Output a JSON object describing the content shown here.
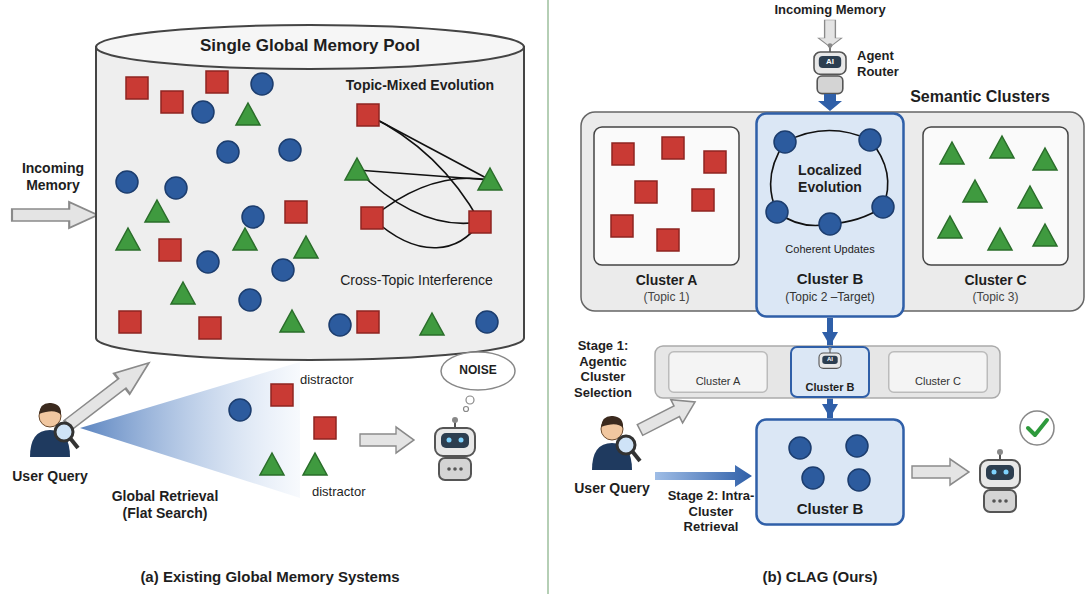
{
  "diagram": {
    "nodes": [
      {
        "text": [
          "Single Global Memory Pool",
          "Topic-Mixed Evolution",
          "Cross-Topic Interference"
        ]
      },
      {
        "text": [
          "NOISE"
        ]
      },
      {
        "text": [
          "Semantic Clusters"
        ]
      },
      {
        "text": [
          "Cluster A",
          "(Topic 1)"
        ],
        "in": 2
      },
      {
        "text": [
          "Localized Evolution",
          "Coherent Updates",
          "Cluster B",
          "(Topic 2 –Target)"
        ],
        "in": 2
      },
      {
        "text": [
          "Cluster C",
          "(Topic 3)"
        ],
        "in": 2
      },
      {
        "text": [
          "Stage 1: Agentic Cluster Selection"
        ]
      },
      {
        "text": [
          "Cluster A"
        ],
        "in": 6
      },
      {
        "text": [
          "Cluster B"
        ],
        "in": 6
      },
      {
        "text": [
          "Cluster C"
        ],
        "in": 6
      },
      {
        "text": [
          "Cluster B"
        ]
      }
    ],
    "edges": [
      {
        "from": 4,
        "to": 8,
        "arrow": "to"
      },
      {
        "from": 8,
        "to": 10,
        "arrow": "to"
      }
    ],
    "labels": [
      "Incoming Memory",
      "User Query",
      "Global Retrieval (Flat Search)",
      "distractor",
      "distractor",
      "(a) Existing Global Memory Systems",
      "Incoming Memory",
      "AI",
      "Agent Router",
      "AI",
      "User Query",
      "Stage 2: Intra-Cluster Retrieval",
      "(b) CLAG (Ours)"
    ]
  }
}
